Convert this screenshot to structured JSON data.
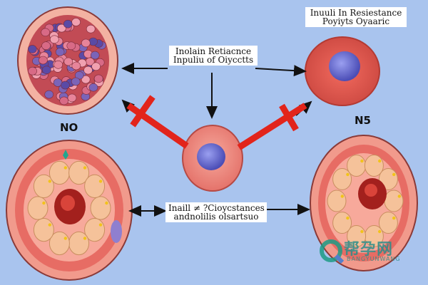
{
  "labels": {
    "top_right": {
      "line1": "Inuuli In Resiestance",
      "line2": "Poyiyts Oyaaric"
    },
    "center_top": {
      "line1": "Inolain Retiacnce",
      "line2": "Inpuliu of Oiycctts"
    },
    "center_bottom": {
      "line1": "Inaill ≠ ?Cioycstances",
      "line2": "andnolilis olsartsuo"
    }
  },
  "tags": {
    "left": "NO",
    "right": "N5"
  },
  "watermark": {
    "text": "帮孕网",
    "sub": "BANGYUNWANG"
  },
  "colors": {
    "background": "#a9c4ee",
    "cell_pink": "#f08d84",
    "nucleus": "#6d6ed0",
    "inhibitor_red": "#e2241b",
    "follicle_tan": "#f5c29a"
  }
}
